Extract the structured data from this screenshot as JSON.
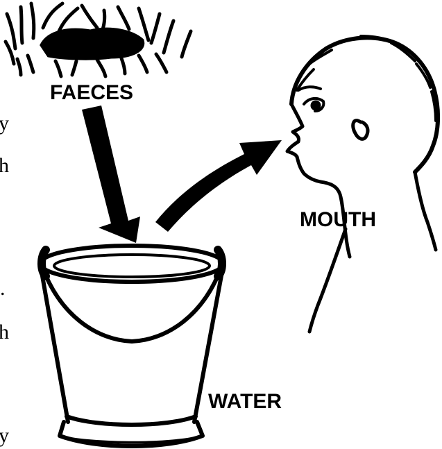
{
  "labels": {
    "faeces": "FAECES",
    "mouth": "MOUTH",
    "water": "WATER"
  },
  "edge_text": {
    "line1": "y",
    "line2": "h",
    "line3": ".",
    "line4": "h",
    "line5": "y"
  },
  "colors": {
    "ink": "#000000",
    "paper": "#ffffff"
  }
}
